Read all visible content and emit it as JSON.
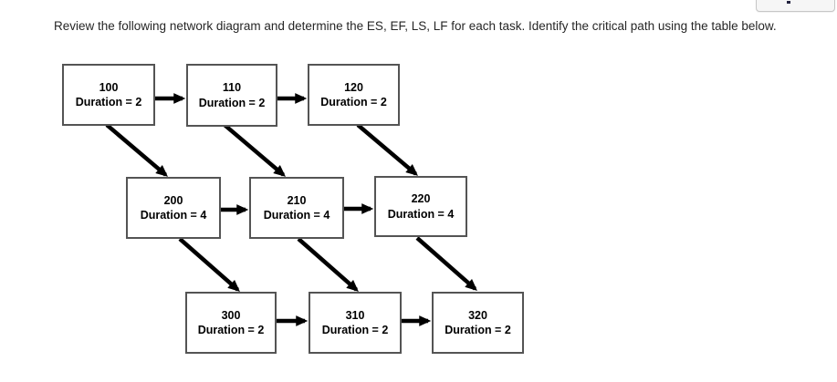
{
  "header": {
    "partial_button_label": ""
  },
  "instruction": "Review the following network diagram and determine the ES, EF, LS, LF for each task. Identify the critical path using the table below.",
  "diagram": {
    "nodes": [
      {
        "id": "100",
        "duration": 2,
        "duration_label": "Duration = 2"
      },
      {
        "id": "110",
        "duration": 2,
        "duration_label": "Duration = 2"
      },
      {
        "id": "120",
        "duration": 2,
        "duration_label": "Duration = 2"
      },
      {
        "id": "200",
        "duration": 4,
        "duration_label": "Duration = 4"
      },
      {
        "id": "210",
        "duration": 4,
        "duration_label": "Duration = 4"
      },
      {
        "id": "220",
        "duration": 4,
        "duration_label": "Duration = 4"
      },
      {
        "id": "300",
        "duration": 2,
        "duration_label": "Duration = 2"
      },
      {
        "id": "310",
        "duration": 2,
        "duration_label": "Duration = 2"
      },
      {
        "id": "320",
        "duration": 2,
        "duration_label": "Duration = 2"
      }
    ],
    "edges": [
      {
        "from": "100",
        "to": "110"
      },
      {
        "from": "110",
        "to": "120"
      },
      {
        "from": "100",
        "to": "200"
      },
      {
        "from": "110",
        "to": "210"
      },
      {
        "from": "120",
        "to": "220"
      },
      {
        "from": "200",
        "to": "210"
      },
      {
        "from": "210",
        "to": "220"
      },
      {
        "from": "200",
        "to": "300"
      },
      {
        "from": "210",
        "to": "310"
      },
      {
        "from": "220",
        "to": "320"
      },
      {
        "from": "300",
        "to": "310"
      },
      {
        "from": "310",
        "to": "320"
      }
    ],
    "colors": {
      "box_fill": "#ffffff",
      "box_border": "#545454",
      "arrow": "#000000"
    }
  }
}
